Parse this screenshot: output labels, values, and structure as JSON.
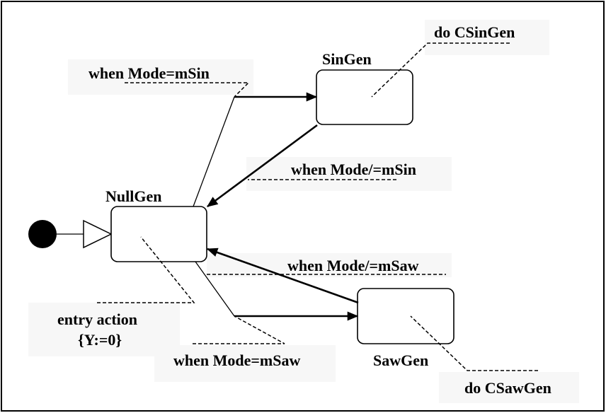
{
  "states": {
    "null_gen": "NullGen",
    "sin_gen": "SinGen",
    "saw_gen": "SawGen"
  },
  "transitions": {
    "to_sin": "when Mode=mSin",
    "from_sin": "when Mode/=mSin",
    "from_saw": "when Mode/=mSaw",
    "to_saw": "when Mode=mSaw"
  },
  "notes": {
    "sin_activity": "do CSinGen",
    "saw_activity": "do CSawGen",
    "entry_line1": "entry action",
    "entry_line2": "{Y:=0}"
  }
}
